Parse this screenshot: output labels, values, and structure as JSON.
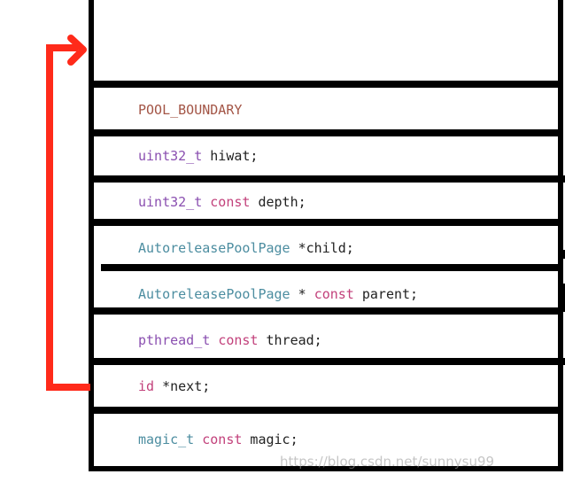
{
  "rows": [
    {
      "tokens": [
        {
          "text": "POOL_BOUNDARY",
          "kind": "const"
        }
      ]
    },
    {
      "tokens": [
        {
          "text": "uint32_t",
          "kind": "type"
        },
        {
          "text": " hiwat;",
          "kind": "plain"
        }
      ]
    },
    {
      "tokens": [
        {
          "text": "uint32_t",
          "kind": "type"
        },
        {
          "text": " ",
          "kind": "plain"
        },
        {
          "text": "const",
          "kind": "kw"
        },
        {
          "text": " depth;",
          "kind": "plain"
        }
      ]
    },
    {
      "tokens": [
        {
          "text": "AutoreleasePoolPage",
          "kind": "cls"
        },
        {
          "text": " *child;",
          "kind": "plain"
        }
      ]
    },
    {
      "tokens": [
        {
          "text": "AutoreleasePoolPage",
          "kind": "cls"
        },
        {
          "text": " * ",
          "kind": "plain"
        },
        {
          "text": "const",
          "kind": "kw"
        },
        {
          "text": " parent;",
          "kind": "plain"
        }
      ]
    },
    {
      "tokens": [
        {
          "text": "pthread_t",
          "kind": "type"
        },
        {
          "text": " ",
          "kind": "plain"
        },
        {
          "text": "const",
          "kind": "kw"
        },
        {
          "text": " thread;",
          "kind": "plain"
        }
      ]
    },
    {
      "tokens": [
        {
          "text": "id",
          "kind": "kw"
        },
        {
          "text": " *next;",
          "kind": "plain"
        }
      ]
    },
    {
      "tokens": [
        {
          "text": "magic_t",
          "kind": "cls"
        },
        {
          "text": " ",
          "kind": "plain"
        },
        {
          "text": "const",
          "kind": "kw"
        },
        {
          "text": " magic;",
          "kind": "plain"
        }
      ]
    }
  ],
  "watermark": "https://blog.csdn.net/sunnysu99",
  "colors": {
    "arrow": "#ff2a1a",
    "border": "#000000"
  }
}
